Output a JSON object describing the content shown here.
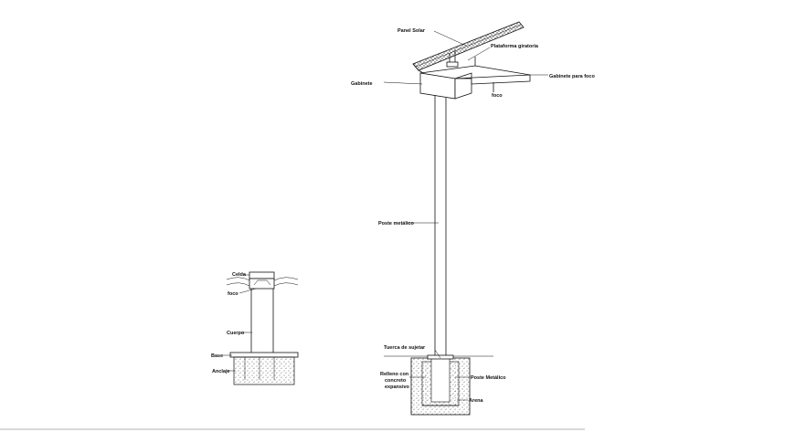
{
  "labels": {
    "panel_solar": "Panel Solar",
    "plataforma_giratoria": "Plataforma giratoria",
    "gabinete_left": "Gabinete",
    "gabinete_para_foco": "Gabinete para foco",
    "foco_top": "foco",
    "poste_metalico_main": "Poste metálico",
    "tuerca_de_sujetar": "Tuerca de sujetar",
    "relleno_line1": "Relleno con",
    "relleno_line2": "concreto",
    "relleno_line3": "expansivo",
    "poste_metalico_base": "Poste Metálico",
    "arena": "Arena",
    "celda": "Celda",
    "foco_small": "foco",
    "cuerpo": "Cuerpo",
    "base": "Base",
    "anclaje": "Anclaje"
  }
}
